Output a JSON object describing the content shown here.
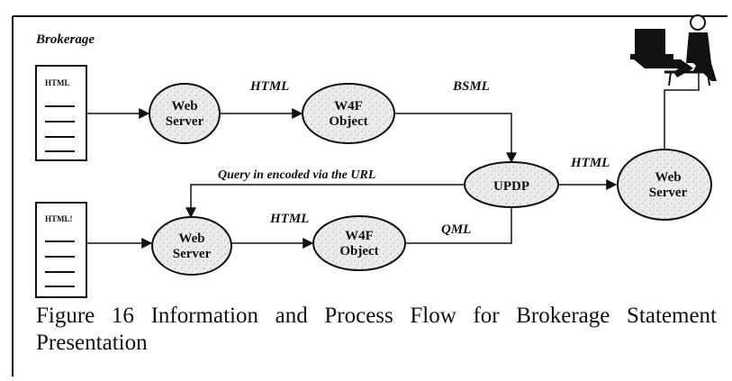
{
  "section_label": "Brokerage",
  "documents": {
    "top": "HTML",
    "bottom": "HTML!"
  },
  "nodes": {
    "web_server_top": [
      "Web",
      "Server"
    ],
    "w4f_top": [
      "W4F",
      "Object"
    ],
    "web_server_bottom": [
      "Web",
      "Server"
    ],
    "w4f_bottom": [
      "W4F",
      "Object"
    ],
    "updp": "UPDP",
    "web_server_right": [
      "Web",
      "Server"
    ]
  },
  "edge_labels": {
    "top_html": "HTML",
    "top_bsml": "BSML",
    "query": "Query in encoded via the URL",
    "bottom_html": "HTML",
    "bottom_qml": "QML",
    "right_html": "HTML"
  },
  "caption": "Figure 16 Information and Process Flow for Brokerage Statement Presentation"
}
